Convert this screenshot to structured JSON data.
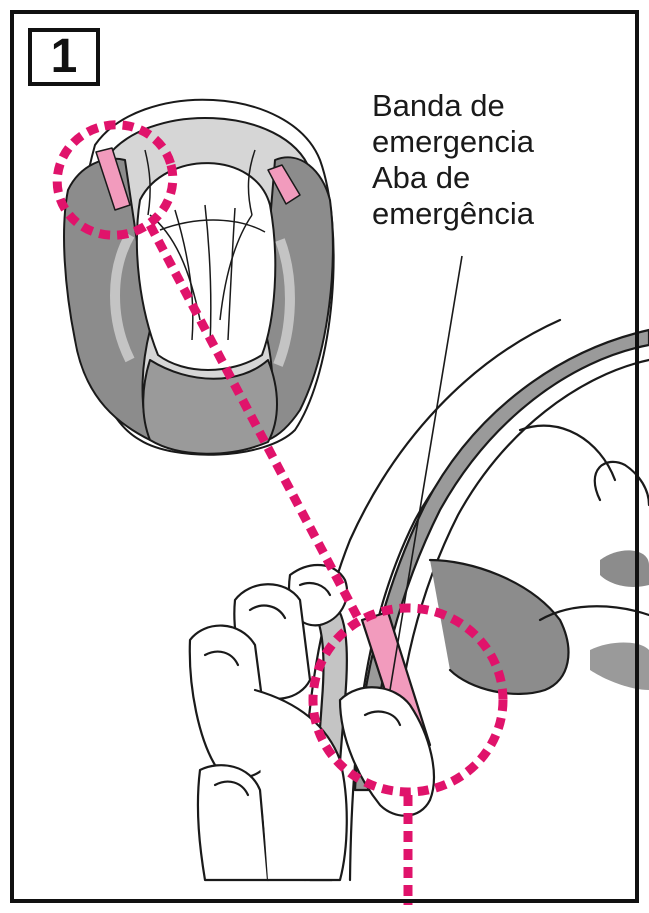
{
  "step": {
    "number": "1"
  },
  "callout": {
    "line1": "Banda de",
    "line2": "emergencia",
    "line3": "Aba de",
    "line4": "emergência"
  },
  "colors": {
    "frame": "#111111",
    "highlight_dots": "#e0136b",
    "emergency_tab": "#f29bbd",
    "pad_dark": "#8c8c8c",
    "pad_light": "#c4c4c4",
    "line_art": "#1a1a1a"
  },
  "icons": {
    "liner": "helmet-liner-illustration",
    "hand": "hand-pulling-tab-illustration"
  }
}
